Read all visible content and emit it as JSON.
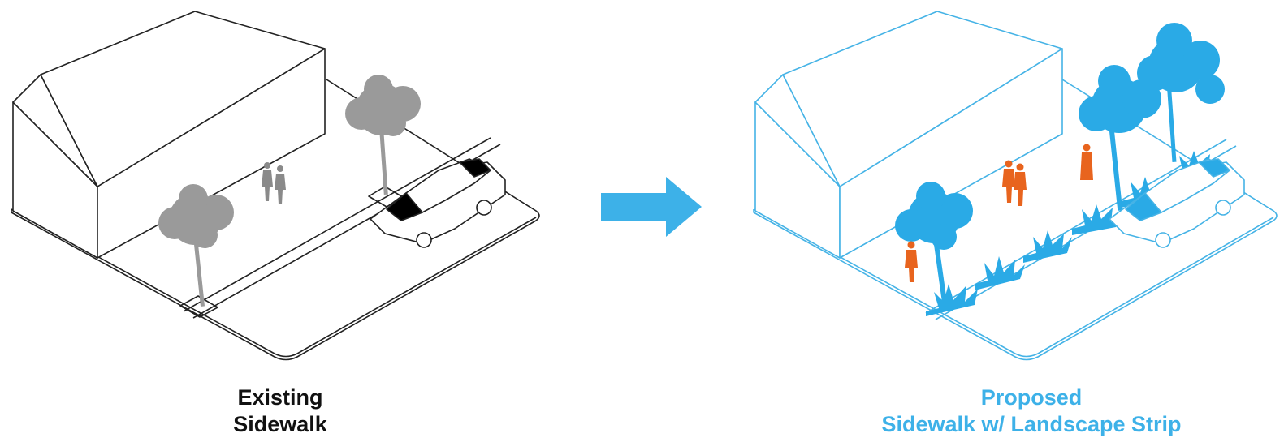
{
  "existing": {
    "line1": "Existing",
    "line2": "Sidewalk",
    "color": "#111111",
    "line_color": "#222222",
    "foliage_color": "#9a9a9a"
  },
  "proposed": {
    "line1": "Proposed",
    "line2": "Sidewalk w/ Landscape Strip",
    "color": "#3db1e8",
    "line_color": "#45b3e6",
    "foliage_color": "#2aaae6",
    "people_color": "#e8641e"
  },
  "arrow": {
    "icon": "right-arrow-icon",
    "color": "#3db1e8"
  }
}
